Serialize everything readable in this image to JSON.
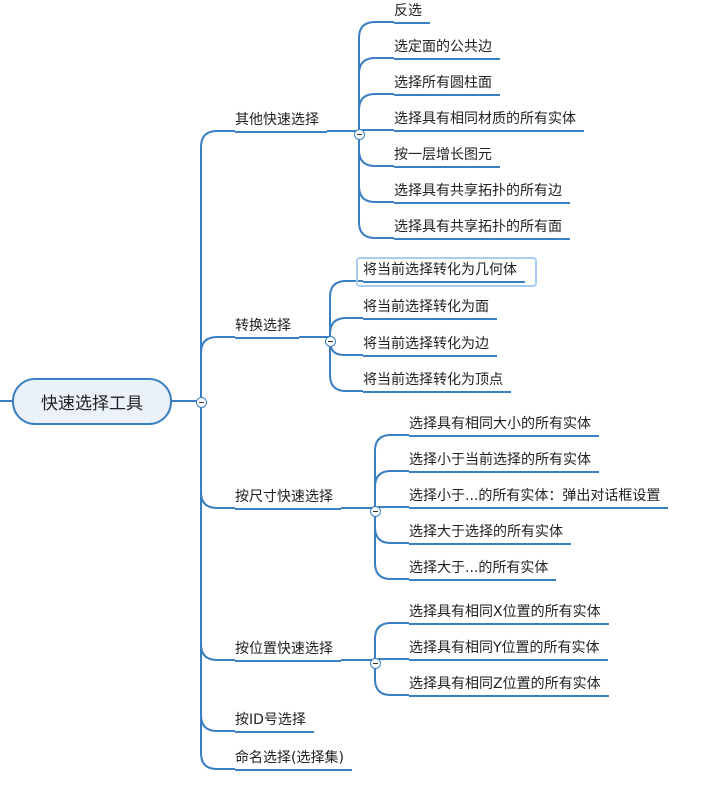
{
  "root": "快速选择工具",
  "branches": [
    {
      "label": "其他快速选择",
      "children": [
        "反选",
        "选定面的公共边",
        "选择所有圆柱面",
        "选择具有相同材质的所有实体",
        "按一层增长图元",
        "选择具有共享拓扑的所有边",
        "选择具有共享拓扑的所有面"
      ]
    },
    {
      "label": "转换选择",
      "children": [
        "将当前选择转化为几何体",
        "将当前选择转化为面",
        "将当前选择转化为边",
        "将当前选择转化为顶点"
      ]
    },
    {
      "label": "按尺寸快速选择",
      "children": [
        "选择具有相同大小的所有实体",
        "选择小于当前选择的所有实体",
        "选择小于...的所有实体：弹出对话框设置",
        "选择大于选择的所有实体",
        "选择大于...的所有实体"
      ]
    },
    {
      "label": "按位置快速选择",
      "children": [
        "选择具有相同X位置的所有实体",
        "选择具有相同Y位置的所有实体",
        "选择具有相同Z位置的所有实体"
      ]
    },
    {
      "label": "按ID号选择",
      "children": []
    },
    {
      "label": "命名选择(选择集)",
      "children": []
    }
  ],
  "colors": {
    "line": "#3a7fc1"
  }
}
